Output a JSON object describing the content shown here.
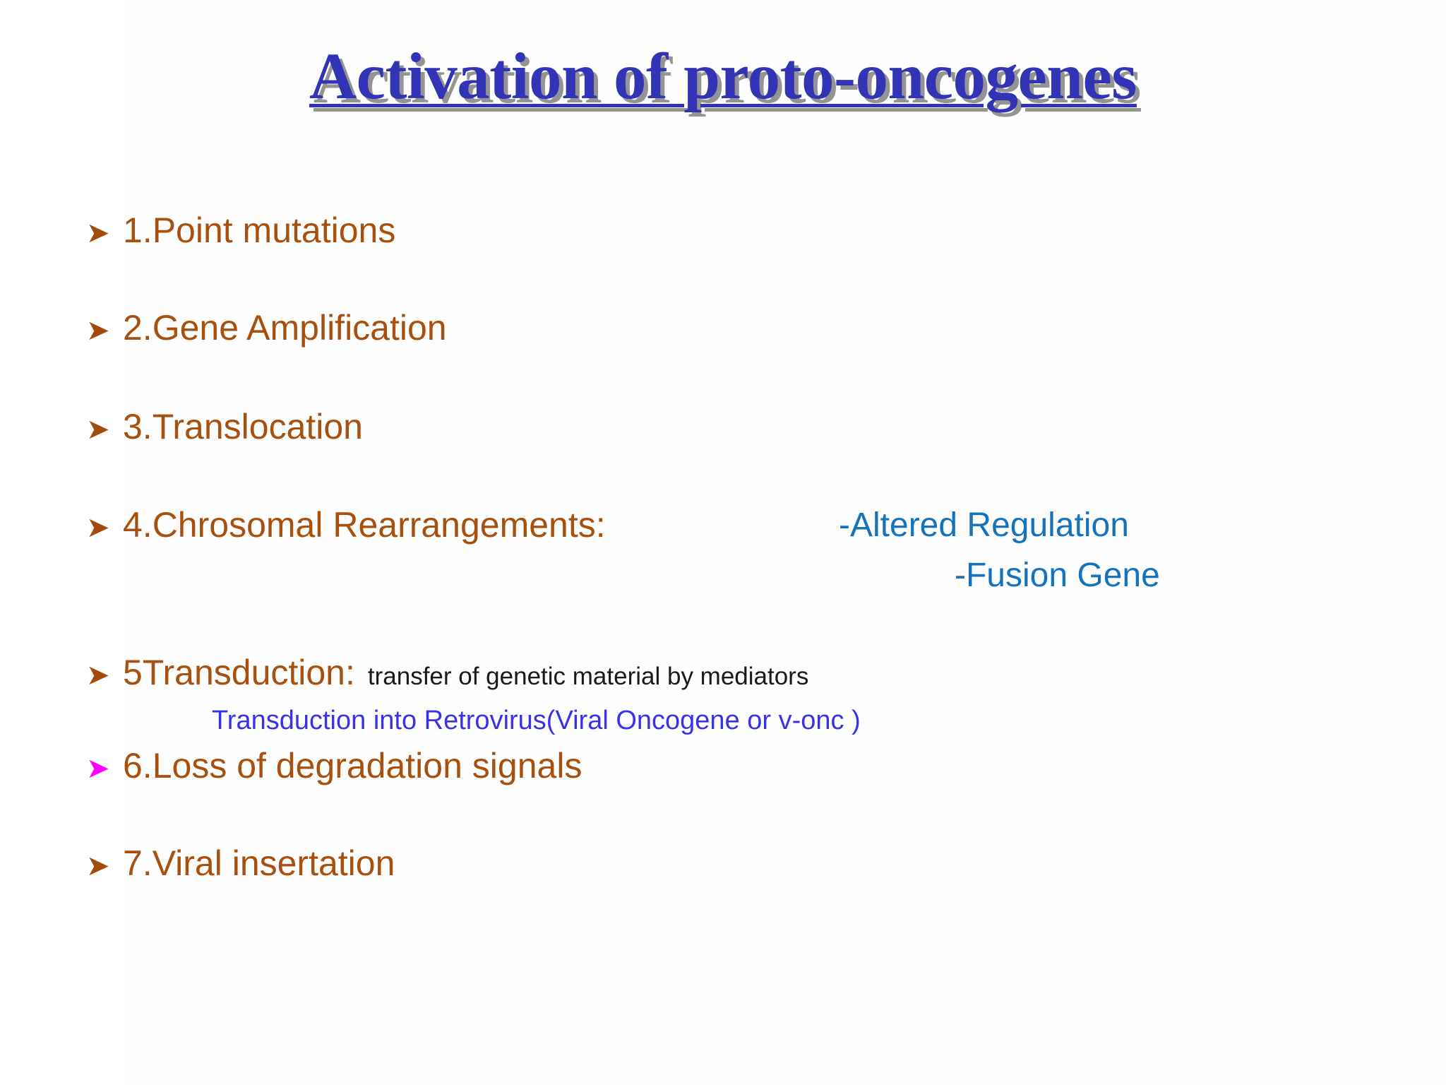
{
  "slide": {
    "title": "Activation of proto-oncogenes",
    "background_color": "#ffffff",
    "title_color": "#3333b5",
    "item_color": "#a8500d",
    "note_color": "#1573bb",
    "sub_color": "#3a32e8",
    "magenta_bullet_color": "#ff00ff"
  },
  "bullets": {
    "glyph": "➤",
    "items": [
      {
        "label": "1.Point mutations"
      },
      {
        "label": "2.Gene Amplification"
      },
      {
        "label": "3.Translocation"
      },
      {
        "label": "4.Chrosomal Rearrangements:"
      },
      {
        "label": "5Transduction:"
      },
      {
        "label": "6.Loss of degradation signals"
      },
      {
        "label": "7.Viral insertation"
      }
    ]
  },
  "annotations": {
    "altered_regulation": "-Altered Regulation",
    "fusion_gene": "-Fusion Gene",
    "transduction_detail": "transfer of genetic material by mediators",
    "retrovirus_note": "Transduction into Retrovirus(Viral Oncogene or v-onc )"
  }
}
